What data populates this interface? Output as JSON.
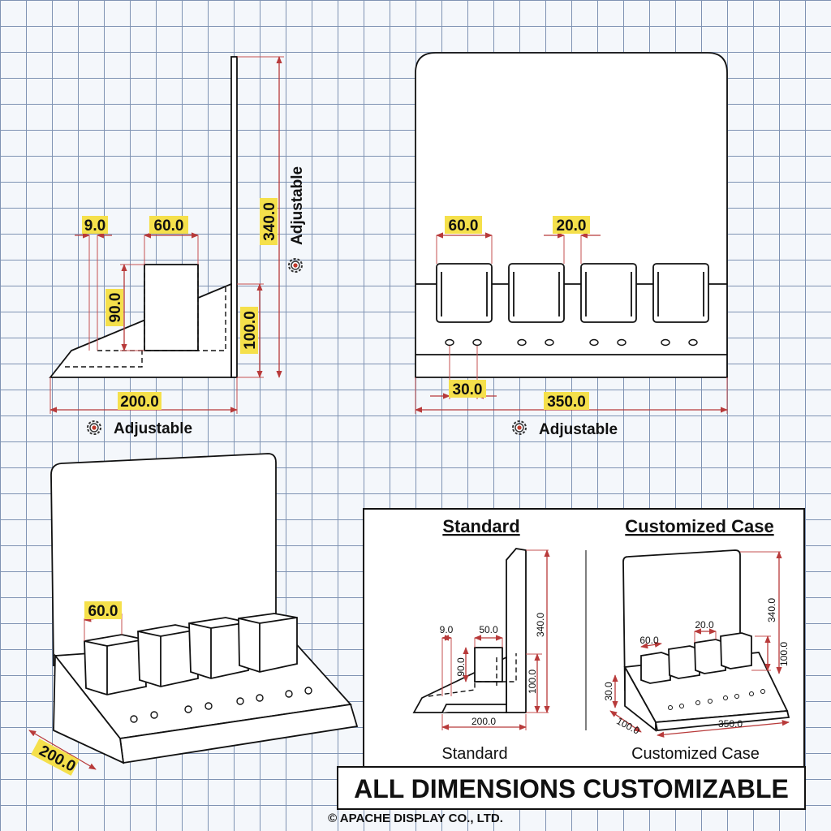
{
  "side_view": {
    "dim_9": "9.0",
    "dim_60": "60.0",
    "dim_90": "90.0",
    "dim_100": "100.0",
    "dim_340": "340.0",
    "dim_200": "200.0",
    "adjustable_vertical": "Adjustable",
    "adjustable_bottom": "Adjustable"
  },
  "front_view": {
    "dim_60": "60.0",
    "dim_20": "20.0",
    "dim_30": "30.0",
    "dim_350": "350.0",
    "adjustable_bottom": "Adjustable"
  },
  "iso_view": {
    "dim_60": "60.0",
    "dim_200": "200.0"
  },
  "inset": {
    "standard_heading": "Standard",
    "custom_heading": "Customized Case",
    "standard_caption": "Standard",
    "custom_caption": "Customized Case",
    "std_dim_9": "9.0",
    "std_dim_50": "50.0",
    "std_dim_90": "90.0",
    "std_dim_100": "100.0",
    "std_dim_340": "340.0",
    "std_dim_200": "200.0",
    "cus_dim_60": "60.0",
    "cus_dim_20": "20.0",
    "cus_dim_340": "340.0",
    "cus_dim_100": "100.0",
    "cus_dim_30": "30.0",
    "cus_dim_100b": "100.0",
    "cus_dim_350": "350.0"
  },
  "banner": "ALL DIMENSIONS CUSTOMIZABLE",
  "copyright": "© APACHE DISPLAY CO., LTD.",
  "icons": [
    "adjust-gear-icon"
  ],
  "colors": {
    "dimension_line": "#b83a3a",
    "label_highlight": "#f5e04b",
    "grid": "#7f93b3"
  }
}
